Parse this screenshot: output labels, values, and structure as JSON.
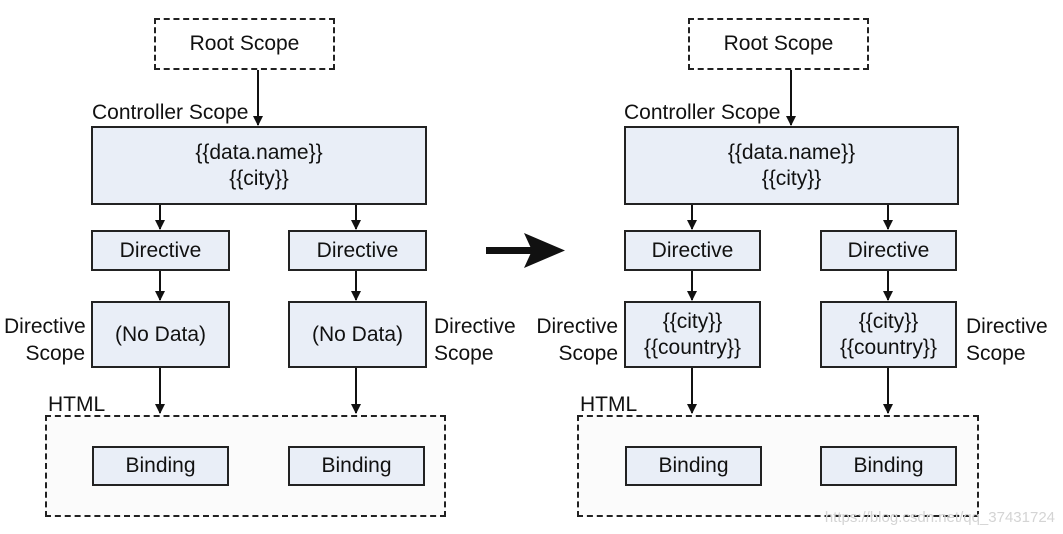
{
  "left": {
    "root": "Root Scope",
    "controller_label": "Controller Scope",
    "controller_lines": [
      "{{data.name}}",
      "{{city}}"
    ],
    "directive_1": "Directive",
    "directive_2": "Directive",
    "scope_1": [
      "(No Data)"
    ],
    "scope_2": [
      "(No Data)"
    ],
    "dir_scope_label_left": [
      "Directive",
      "Scope"
    ],
    "dir_scope_label_right": [
      "Directive",
      "Scope"
    ],
    "html_label": "HTML",
    "binding_1": "Binding",
    "binding_2": "Binding"
  },
  "right": {
    "root": "Root Scope",
    "controller_label": "Controller Scope",
    "controller_lines": [
      "{{data.name}}",
      "{{city}}"
    ],
    "directive_1": "Directive",
    "directive_2": "Directive",
    "scope_1": [
      "{{city}}",
      "{{country}}"
    ],
    "scope_2": [
      "{{city}}",
      "{{country}}"
    ],
    "dir_scope_label_left": [
      "Directive",
      "Scope"
    ],
    "dir_scope_label_right": [
      "Directive",
      "Scope"
    ],
    "html_label": "HTML",
    "binding_1": "Binding",
    "binding_2": "Binding"
  },
  "watermark": "https://blog.csdn.net/qq_37431724"
}
